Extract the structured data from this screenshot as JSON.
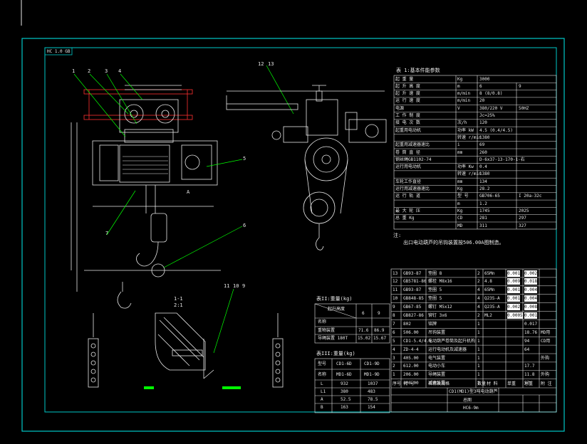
{
  "drawing": {
    "corner_tag": "HC 1.0 GB",
    "table1_title": "表 1:基本件能参数",
    "notes_label": "注:",
    "notes_text": "出口电动葫芦的吊钩装置按506.00A图制造。",
    "table2_title": "表II:重量(kg)",
    "table3_title": "表III:重量(kg)",
    "drawing_title": "CD1(MD1)型3吨电动葫芦",
    "drawing_no": "HC6-9m",
    "assembly_label": "总图",
    "callouts_left": [
      "1",
      "2",
      "3",
      "4"
    ],
    "callouts_mid": [
      "5",
      "6",
      "7"
    ],
    "callouts_top": [
      "12",
      "13"
    ],
    "callouts_bottom": [
      "11",
      "10",
      "9"
    ],
    "section_marks": [
      "1-1",
      "2:1",
      "A"
    ]
  },
  "params_table": {
    "rows": [
      [
        "起  重  量",
        "Kg",
        "3000",
        ""
      ],
      [
        "起  升  高  度",
        "m",
        "6",
        "9"
      ],
      [
        "起  升  速  度",
        "m/min",
        "8  (8/0.8)",
        ""
      ],
      [
        "运  行  速  度",
        "m/min",
        "20",
        ""
      ],
      [
        "电源",
        "V",
        "380/220 V",
        "50HZ"
      ],
      [
        "工  作  制  度",
        "",
        "Jc=25%",
        ""
      ],
      [
        "接  电  次  数",
        "次/h",
        "120",
        ""
      ],
      [
        "起重用电动机",
        "功率  kW",
        "4.5  (0.4/4.5)",
        ""
      ],
      [
        "",
        "转速  r/min",
        "1380",
        ""
      ],
      [
        "起重用减速器速比",
        "i",
        "69",
        ""
      ],
      [
        "卷  筒  直  径",
        "mm",
        "260",
        ""
      ],
      [
        "钢丝绳GB1102-74",
        "",
        "D-6x37-13-170-1-右",
        ""
      ],
      [
        "运行用电动机",
        "功率  Kw",
        "0.4",
        ""
      ],
      [
        "",
        "转速  r/min",
        "1380",
        ""
      ],
      [
        "车轮工作直径",
        "mm",
        "134",
        ""
      ],
      [
        "运行用减速器速比",
        "Kg",
        "28.2",
        ""
      ],
      [
        "运  行  轨  道",
        "型  号",
        "GB706-65",
        "I 20a-32c"
      ],
      [
        "",
        "m",
        "1.2",
        ""
      ],
      [
        "最  大  轮  压",
        "Kg",
        "1745",
        "2025"
      ],
      [
        "总    重  Kg",
        "CD",
        "281",
        "297"
      ],
      [
        "",
        "MD",
        "311",
        "327"
      ]
    ]
  },
  "weight_table_2": {
    "header": [
      "起升高度",
      "6",
      "9"
    ],
    "rows": [
      [
        "名称",
        "",
        ""
      ],
      [
        "重物装置",
        "71.6",
        "86.9"
      ],
      [
        "导绳装置 180T",
        "15.02",
        "15.67"
      ]
    ]
  },
  "weight_table_3": {
    "header": [
      "型号",
      "CD1-6D",
      "CD1-9D"
    ],
    "subheader": [
      "名称",
      "MD1-6D",
      "MD1-9D"
    ],
    "rows": [
      [
        "L",
        "932",
        "1037"
      ],
      [
        "L1",
        "380",
        "483"
      ],
      [
        "A",
        "52.5",
        "78.5"
      ],
      [
        "B",
        "163",
        "154"
      ]
    ]
  },
  "bom": {
    "rows": [
      [
        "13",
        "GB93-87",
        "垫圈 8",
        "2",
        "65Mn",
        "0.001",
        "0.002"
      ],
      [
        "12",
        "GB5781-86",
        "螺栓 M8x16",
        "2",
        "4.8",
        "0.009",
        "0.018"
      ],
      [
        "11",
        "GB93-87",
        "垫圈 5",
        "4",
        "65Mn",
        "0.001",
        "0.004"
      ],
      [
        "10",
        "GB848-85",
        "垫圈 5",
        "4",
        "Q235-A",
        "0.001",
        "0.004"
      ],
      [
        "9",
        "GB67-85",
        "螺钉 M5x12",
        "4",
        "Q235-A",
        "0.002",
        "0.008"
      ],
      [
        "8",
        "GB827-86",
        "铆钉 3x6",
        "2",
        "ML2",
        "0.0005",
        "0.001"
      ],
      [
        "7",
        "802",
        "铭牌",
        "1",
        "",
        "",
        "0.017"
      ],
      [
        "6",
        "506.00",
        "吊钩装置",
        "1",
        "",
        "",
        "18.76"
      ],
      [
        "5",
        "CD1-5.4/4.5",
        "电动葫芦卷筒及起升机构",
        "1",
        "",
        "",
        "94"
      ],
      [
        "4",
        "ZD-4-4",
        "运行电动机及减速器",
        "1",
        "",
        "",
        "64"
      ],
      [
        "3",
        "405.00",
        "电气装置",
        "1",
        "",
        "",
        ""
      ],
      [
        "2",
        "612.00",
        "电动小车",
        "1",
        "",
        "",
        "17.7"
      ],
      [
        "1",
        "206.00",
        "导绳装置",
        "1",
        "",
        "",
        "11.8"
      ],
      [
        "",
        "106.00",
        "减速装置",
        "1",
        "",
        "",
        "57"
      ]
    ],
    "side_notes": [
      "MD用",
      "CD用",
      "",
      "外购",
      "",
      "外购"
    ],
    "footer": [
      "序号",
      "代  号",
      "名称及规格",
      "数量",
      "材  料",
      "单重",
      "总重",
      "附  注"
    ]
  },
  "colors": {
    "background": "#000000",
    "frame": "#00c8c8",
    "linework": "#e8e8e8",
    "leader": "#00ff00",
    "rail": "#ff3030",
    "accent": "#ffff55"
  }
}
